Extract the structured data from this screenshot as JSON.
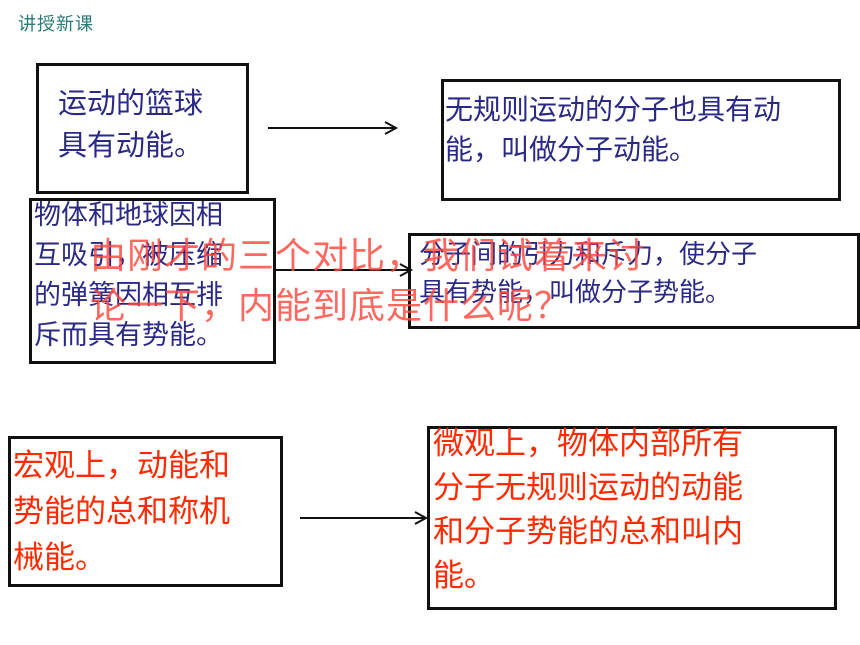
{
  "header": {
    "title": "讲授新课"
  },
  "left_boxes": [
    {
      "text": "运动的篮球\n具有动能。"
    },
    {
      "text": "物体和地球因相\n互吸引，被压缩\n的弹簧因相互排\n斥而具有势能。"
    },
    {
      "text": "宏观上，动能和\n势能的总和称机\n械能。"
    }
  ],
  "right_boxes": [
    {
      "text": "无规则运动的分子也具有动\n能，叫做分子动能。"
    },
    {
      "text": "分子间的引力和斥力，使分子\n具有势能，叫做分子势能。"
    },
    {
      "text": "微观上，物体内部所有\n分子无规则运动的动能\n和分子势能的总和叫内\n能。"
    }
  ],
  "overlay": {
    "text": "由刚才的三个对比，我们试着来讨\n论一下，内能到底是什么呢？"
  },
  "colors": {
    "navy_text": "#2a2a86",
    "red_text": "#ff2a00",
    "header": "#2a7a78"
  }
}
